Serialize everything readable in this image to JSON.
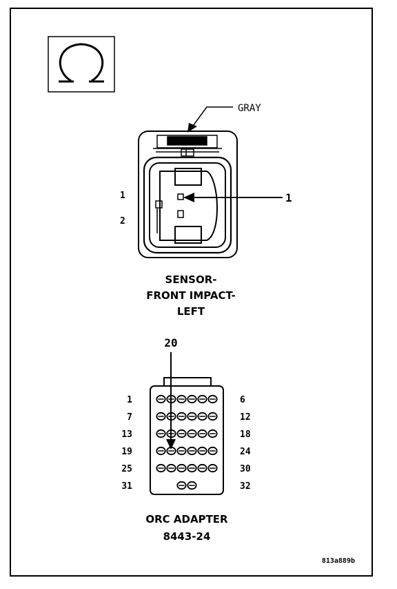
{
  "symbol": {
    "name": "ohm-icon",
    "glyph": "Ω"
  },
  "sensor_connector": {
    "wire_color_label": "GRAY",
    "pin_labels": [
      "1",
      "2"
    ],
    "callout": "1",
    "title_lines": [
      "SENSOR-",
      "FRONT IMPACT-",
      "LEFT"
    ]
  },
  "adapter_connector": {
    "callout": "20",
    "left_pin_labels": [
      "1",
      "7",
      "13",
      "19",
      "25",
      "31"
    ],
    "right_pin_labels": [
      "6",
      "12",
      "18",
      "24",
      "30",
      "32"
    ],
    "cavity_rows": [
      6,
      6,
      6,
      6,
      6,
      2
    ],
    "title_lines": [
      "ORC ADAPTER",
      "8443-24"
    ]
  },
  "figure_code": "813a889b",
  "colors": {
    "line": "#000000",
    "background": "#ffffff"
  }
}
